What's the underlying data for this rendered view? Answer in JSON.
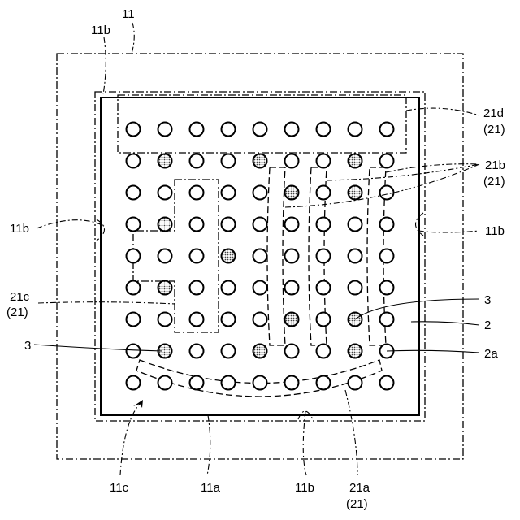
{
  "figure": {
    "type": "patent-diagram",
    "description": "Plan view of a semiconductor package with a 9x9 ball grid and defined regions"
  },
  "grid": {
    "rows": 9,
    "cols": 9,
    "shaded_balls": [
      [
        1,
        1
      ],
      [
        1,
        4
      ],
      [
        1,
        7
      ],
      [
        2,
        5
      ],
      [
        2,
        7
      ],
      [
        3,
        1
      ],
      [
        4,
        3
      ],
      [
        5,
        1
      ],
      [
        6,
        5
      ],
      [
        6,
        7
      ],
      [
        7,
        1
      ],
      [
        7,
        4
      ],
      [
        7,
        7
      ]
    ],
    "colors": {
      "stroke": "#000000",
      "shade": "#888888",
      "background": "#ffffff"
    }
  },
  "labels": {
    "ref_11": "11",
    "ref_11b_top": "11b",
    "ref_11b_left": "11b",
    "ref_11b_right": "11b",
    "ref_11b_bottom": "11b",
    "ref_11c": "11c",
    "ref_11a": "11a",
    "ref_21a": "21a",
    "ref_21a_paren": "(21)",
    "ref_21b": "21b",
    "ref_21b_paren": "(21)",
    "ref_21c": "21c",
    "ref_21c_paren": "(21)",
    "ref_21d": "21d",
    "ref_21d_paren": "(21)",
    "ref_3_left": "3",
    "ref_3_right": "3",
    "ref_2": "2",
    "ref_2a": "2a"
  }
}
